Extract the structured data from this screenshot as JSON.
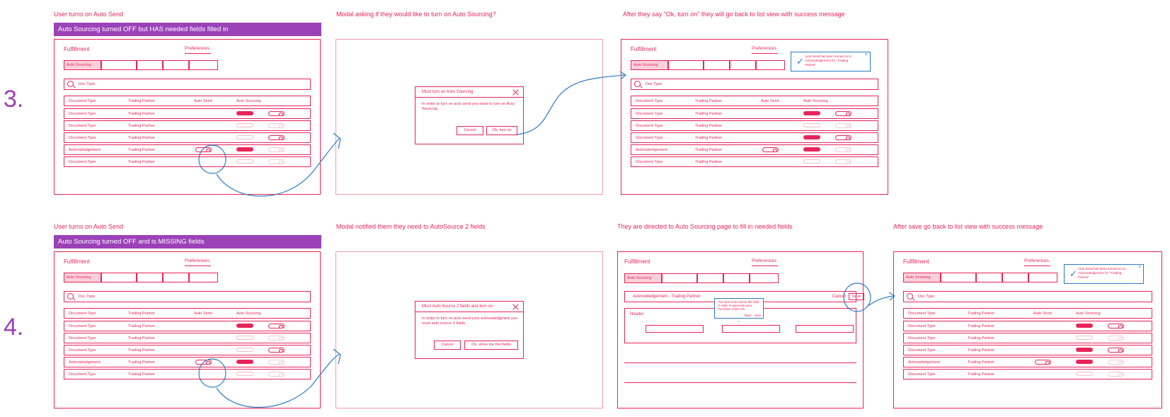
{
  "rows": [
    {
      "number": "3.",
      "banner": "Auto Sourcing turned OFF but HAS needed fields filled in",
      "captions": [
        "User turns on Auto Send",
        "Modal asking if they would like to turn on Auto Sourcing?",
        "After they say \"Ok, turn on\" they will go back to list view with success message"
      ],
      "modal": {
        "title": "Must turn on Auto Sourcing",
        "body": "In order to turn on auto send you need to turn on Auto Sourcing.",
        "cancel": "Cancel",
        "confirm": "Ok, turn on"
      },
      "toast": "Auto Send has been turned on to Acknowledgement for \"Trading Partner\""
    },
    {
      "number": "4.",
      "banner": "Auto Sourcing turned OFF and is MISSING fields",
      "captions": [
        "User turns on Auto Send",
        "Modal notified them they need to AutoSource 2 fields",
        "They are directed to Auto Sourcing page to fill in needed fields",
        "After save go back to list view with success message"
      ],
      "modal": {
        "title": "Must Auto Source 2 fields and turn on",
        "body": "In order to turn on auto send your acknowledgment you must auto source 2 fields",
        "cancel": "Cancel",
        "confirm": "Ok, show me the fields"
      },
      "edit": {
        "header": "Acknowledgement - Trading Partner",
        "cancel": "Cancel",
        "save": "Save",
        "section": "Header",
        "tooltip": "You must auto source this field in order to automate your Purchase Order Ack.",
        "tooltip_back": "Back",
        "tooltip_next": "Next"
      },
      "toast": "Auto Send has been turned on for Acknowledgement for \"Trading Partner\""
    }
  ],
  "list": {
    "nav_title": "Fulfillment",
    "nav_link": "Preferences",
    "tab_active": "Auto Sourcing",
    "search_placeholder": "Doc Type",
    "headers": [
      "Document Type",
      "Trading Partner",
      "Auto Send",
      "Auto Sourcing"
    ],
    "items": [
      {
        "doc": "Document Type",
        "partner": "Trading Partner"
      },
      {
        "doc": "Document Type",
        "partner": "Trading Partner"
      },
      {
        "doc": "Document Type",
        "partner": "Trading Partner"
      },
      {
        "doc": "Acknowledgement",
        "partner": "Trading Partner"
      },
      {
        "doc": "Document Type",
        "partner": "Trading Partner"
      }
    ]
  },
  "colors": {
    "accent": "#e8245a",
    "banner": "#9b42b8",
    "annotation": "#2b7bc2"
  }
}
